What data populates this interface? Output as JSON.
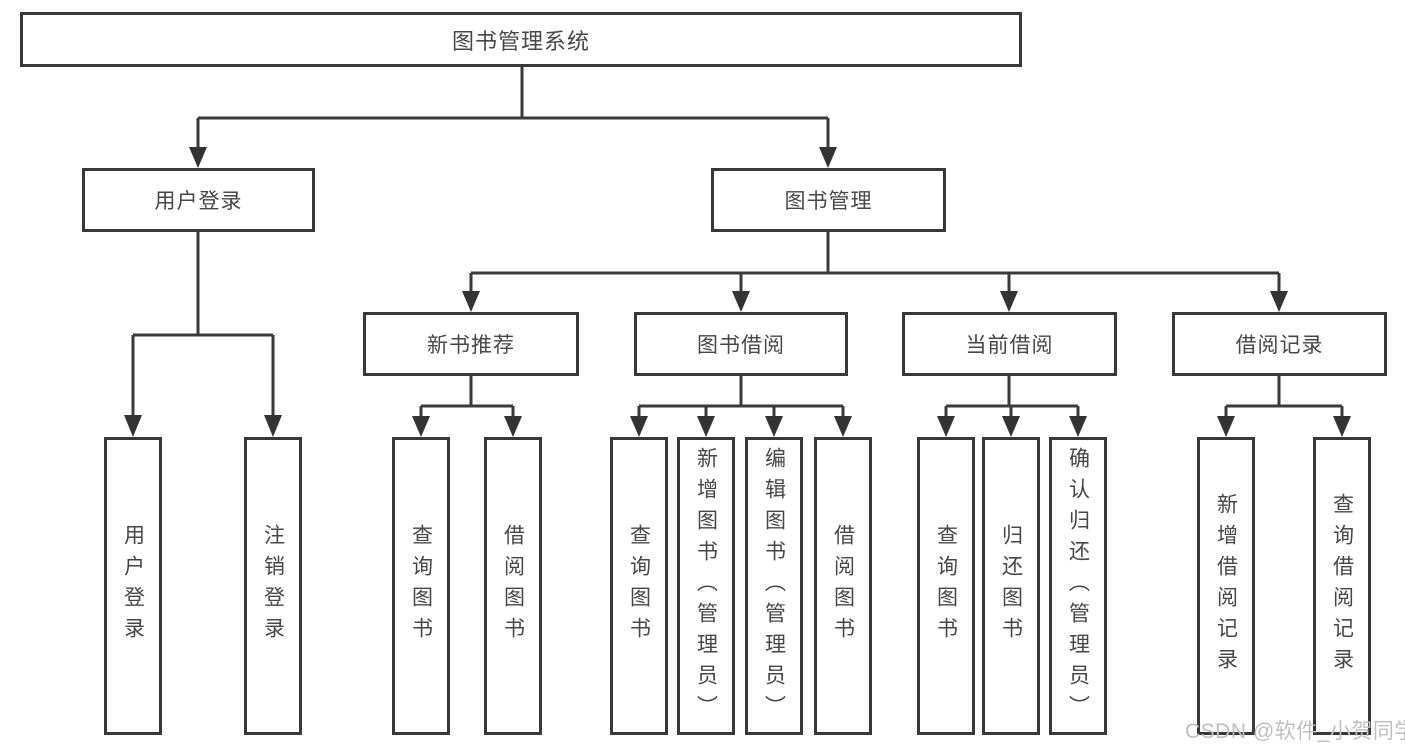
{
  "diagram": {
    "type": "hierarchy-tree",
    "orientation": "top-down",
    "colors": {
      "background": "#ffffff",
      "line": "#3a3a3a",
      "border": "#383838",
      "text": "#474747",
      "watermark": "#bfbfbf"
    }
  },
  "tree": {
    "label": "图书管理系统",
    "children": [
      {
        "label": "用户登录",
        "children": [
          {
            "label": "用户登录"
          },
          {
            "label": "注销登录"
          }
        ]
      },
      {
        "label": "图书管理",
        "children": [
          {
            "label": "新书推荐",
            "children": [
              {
                "label": "查询图书"
              },
              {
                "label": "借阅图书"
              }
            ]
          },
          {
            "label": "图书借阅",
            "children": [
              {
                "label": "查询图书"
              },
              {
                "label": "新增图书（管理员）"
              },
              {
                "label": "编辑图书（管理员）"
              },
              {
                "label": "借阅图书"
              }
            ]
          },
          {
            "label": "当前借阅",
            "children": [
              {
                "label": "查询图书"
              },
              {
                "label": "归还图书"
              },
              {
                "label": "确认归还（管理员）"
              }
            ]
          },
          {
            "label": "借阅记录",
            "children": [
              {
                "label": "新增借阅记录"
              },
              {
                "label": "查询借阅记录"
              }
            ]
          }
        ]
      }
    ]
  },
  "watermark": {
    "text": "CSDN @软件_小贺同学"
  }
}
